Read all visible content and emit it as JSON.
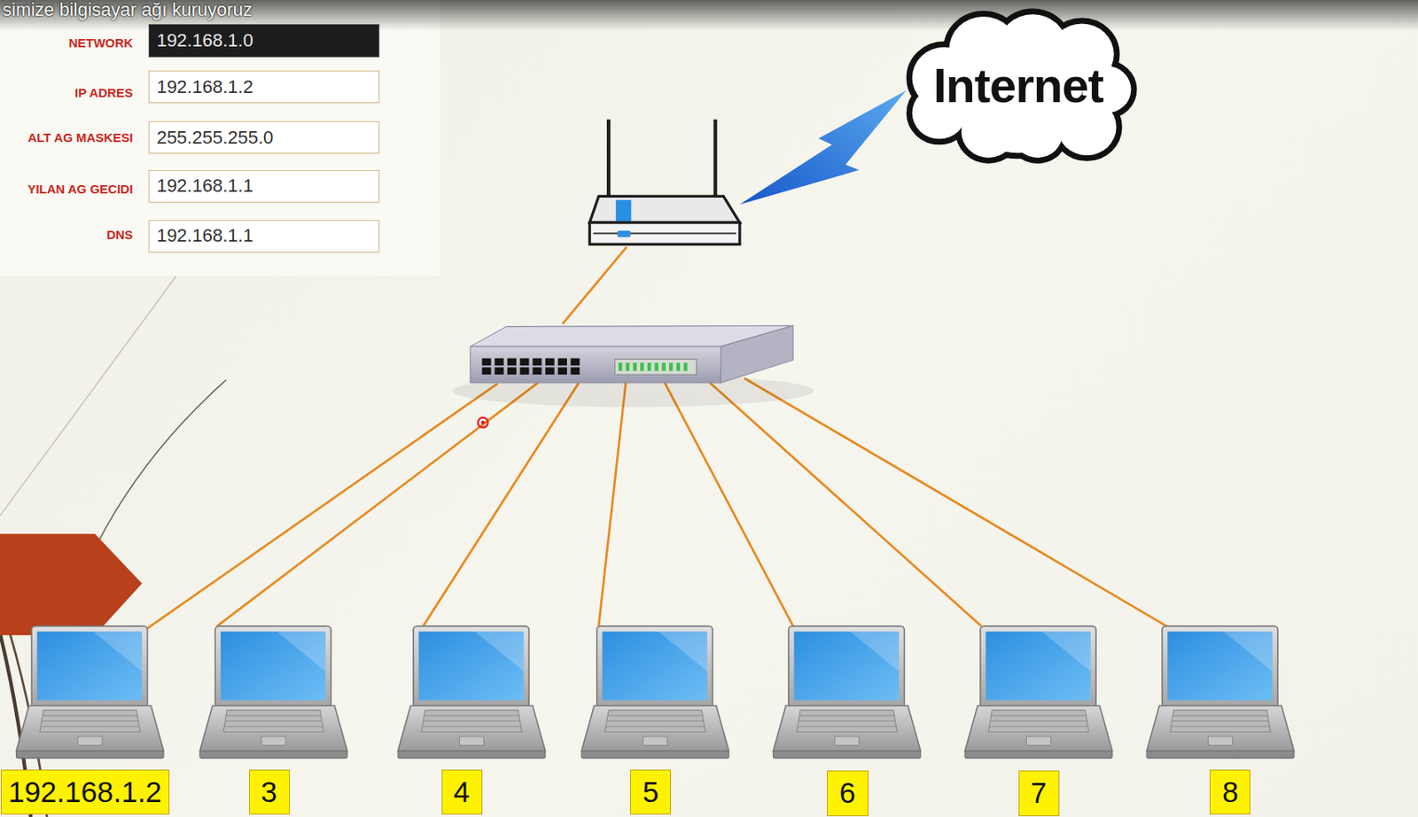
{
  "diagram": {
    "title": "simize bilgisayar ağı kuruyoruz",
    "nodes": [
      {
        "text": [
          "192.168.1.0"
        ]
      },
      {
        "text": [
          "192.168.1.2"
        ]
      },
      {
        "text": [
          "255.255.255.0"
        ]
      },
      {
        "text": [
          "192.168.1.1"
        ]
      },
      {
        "text": [
          "192.168.1.1"
        ]
      },
      {
        "text": [
          "Internet"
        ]
      },
      {
        "text": [
          "192.168.1.2"
        ]
      },
      {
        "text": [
          "3"
        ]
      },
      {
        "text": [
          "4"
        ]
      },
      {
        "text": [
          "5"
        ]
      },
      {
        "text": [
          "6"
        ]
      },
      {
        "text": [
          "7"
        ]
      },
      {
        "text": [
          "8"
        ]
      }
    ],
    "labels": [
      "NETWORK",
      "IP ADRES",
      "ALT AG MASKESI",
      "YILAN AG GECIDI",
      "DNS"
    ]
  }
}
